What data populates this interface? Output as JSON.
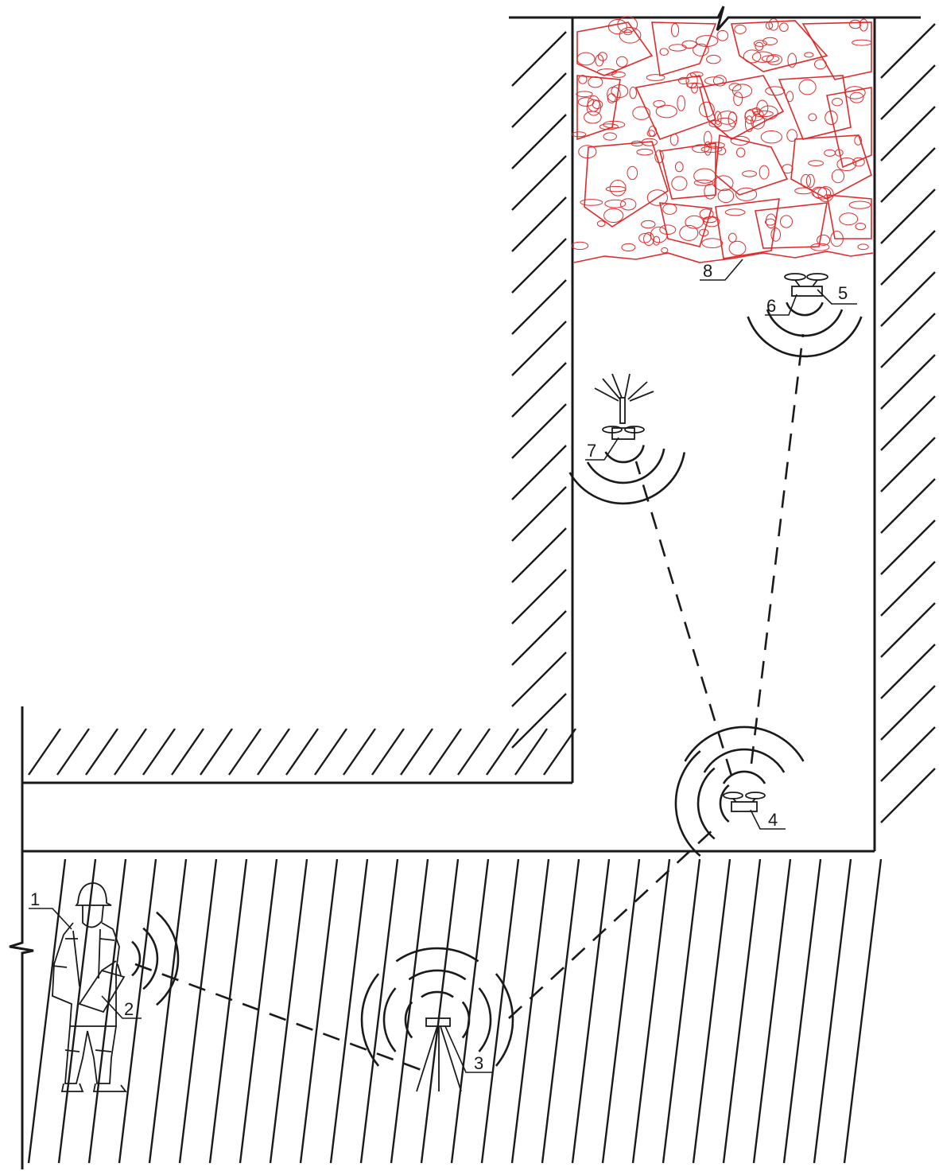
{
  "figure": {
    "labels": {
      "operator": "1",
      "remote_controller": "2",
      "ground_relay_station": "3",
      "relay_drone": "4",
      "survey_drone": "5",
      "drone_sensor": "6",
      "lighting_drone": "7",
      "collapse_zone": "8"
    }
  },
  "colors": {
    "lines": "#1a1a1a",
    "rock_collapse": "#e02a2a",
    "background": "#ffffff"
  }
}
